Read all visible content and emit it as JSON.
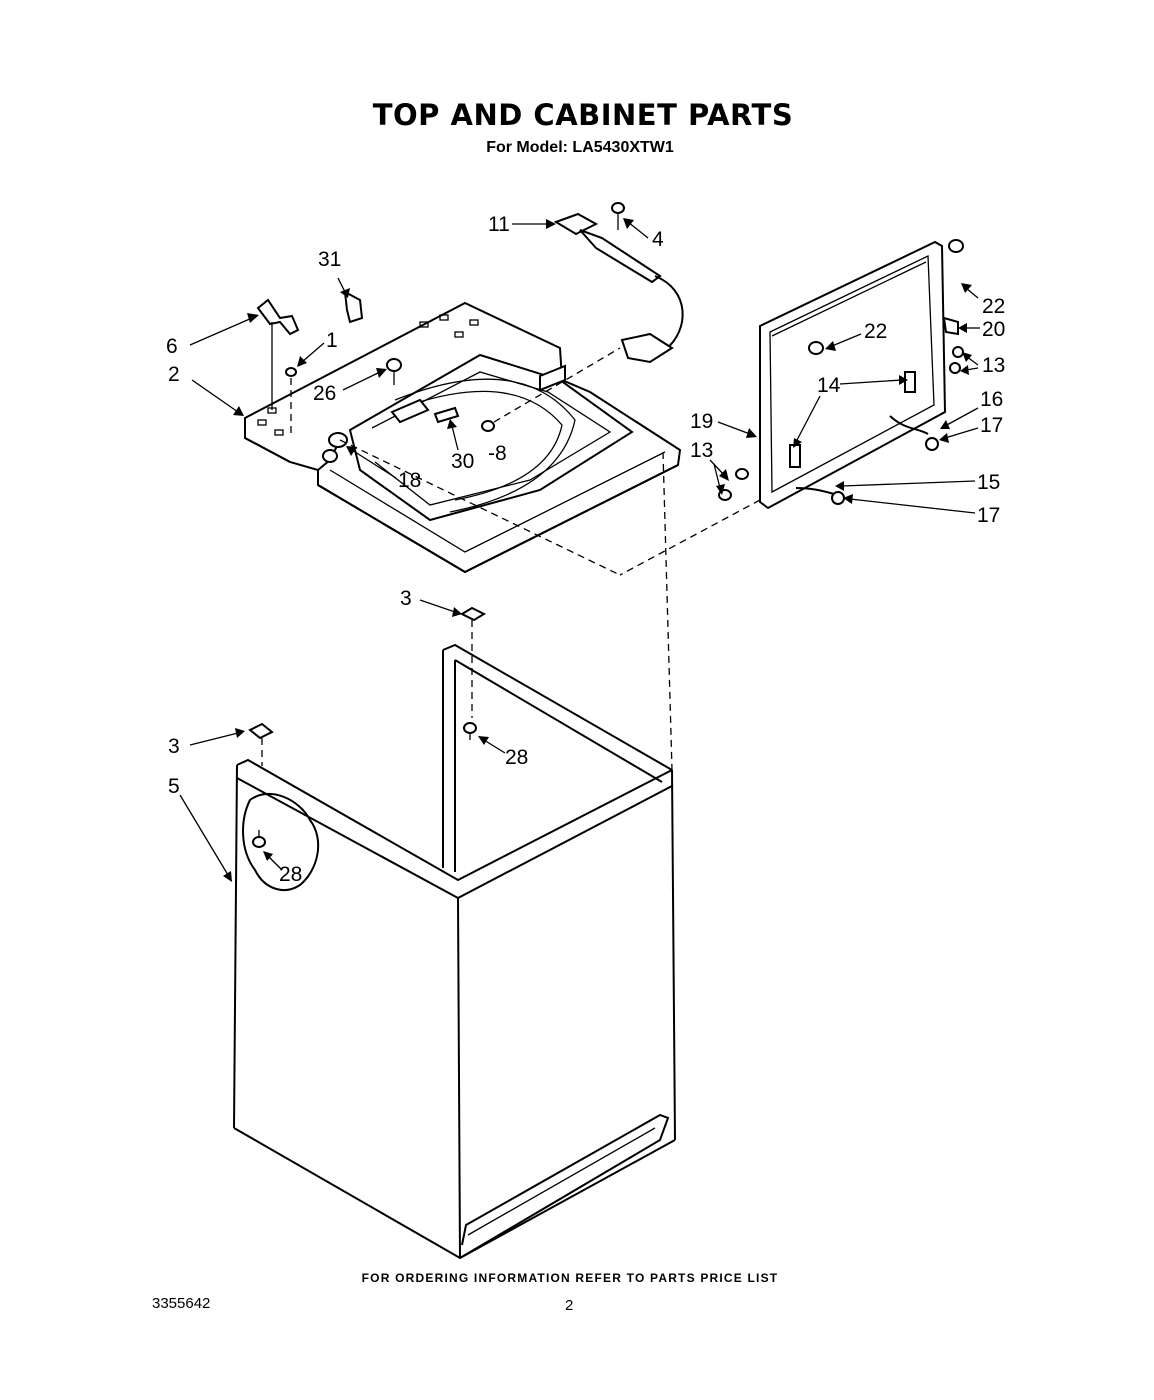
{
  "header": {
    "title": "TOP AND CABINET PARTS",
    "subtitle": "For Model: LA5430XTW1"
  },
  "callouts": {
    "c1": "1",
    "c2": "2",
    "c3a": "3",
    "c3b": "3",
    "c4": "4",
    "c5": "5",
    "c6": "6",
    "c8": "-8",
    "c11": "11",
    "c13a": "13",
    "c13b": "13",
    "c14": "14",
    "c15": "15",
    "c16": "16",
    "c17a": "17",
    "c17b": "17",
    "c18": "18",
    "c19": "19",
    "c20": "20",
    "c22a": "22",
    "c22b": "22",
    "c26": "26",
    "c28a": "28",
    "c28b": "28",
    "c30": "30",
    "c31": "31"
  },
  "footer": {
    "ordering_note": "FOR ORDERING INFORMATION REFER TO PARTS PRICE LIST",
    "doc_number": "3355642",
    "page_number": "2"
  }
}
